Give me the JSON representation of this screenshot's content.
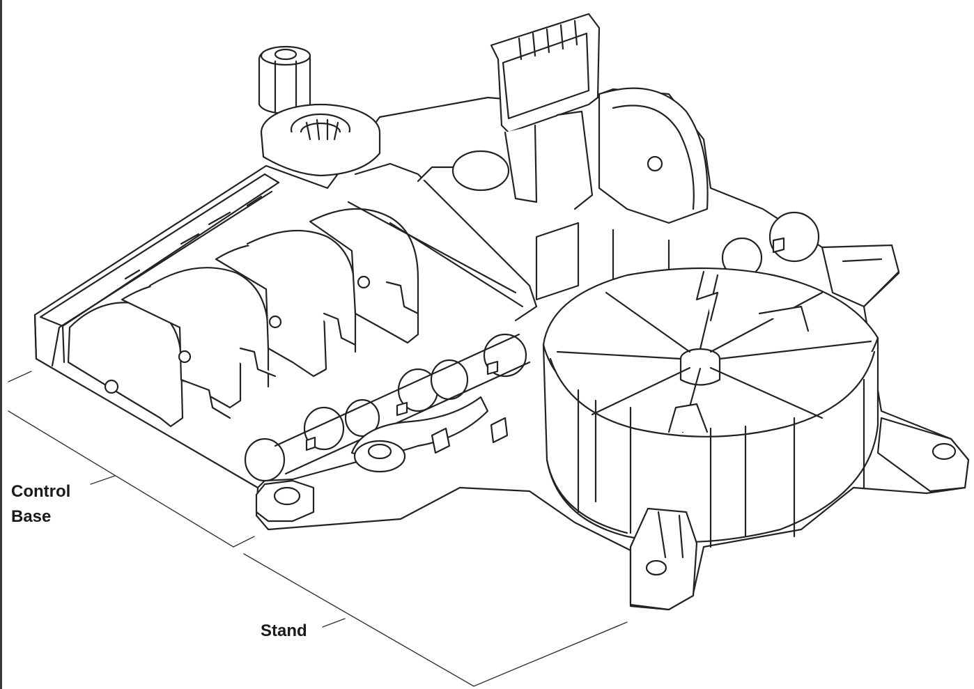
{
  "labels": {
    "control_base_line1": "Control",
    "control_base_line2": "Base",
    "stand": "Stand"
  }
}
